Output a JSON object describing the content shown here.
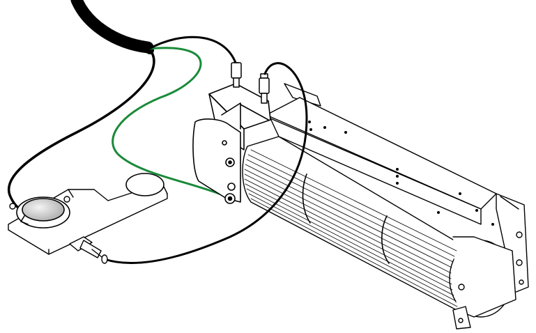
{
  "diagram": {
    "components": [
      {
        "id": "power-cord",
        "kind": "cable",
        "icon": "power-cord-icon"
      },
      {
        "id": "black-lead-to-switch",
        "kind": "wire",
        "color": "#000000"
      },
      {
        "id": "ground-lead",
        "kind": "wire",
        "color": "#1a8a3a"
      },
      {
        "id": "black-lead-to-motor",
        "kind": "wire",
        "color": "#000000"
      },
      {
        "id": "thermo-disc-switch",
        "kind": "switch",
        "icon": "thermodisc-icon"
      },
      {
        "id": "mounting-bracket",
        "kind": "bracket"
      },
      {
        "id": "motor",
        "kind": "motor"
      },
      {
        "id": "spade-connector",
        "kind": "connector"
      },
      {
        "id": "blower-housing",
        "kind": "housing"
      },
      {
        "id": "blower-wheel",
        "kind": "impeller"
      }
    ],
    "colors": {
      "stroke": "#000000",
      "ground_wire": "#1a8a3a",
      "background": "#ffffff",
      "disc_fill": "#d9d9d9"
    }
  }
}
